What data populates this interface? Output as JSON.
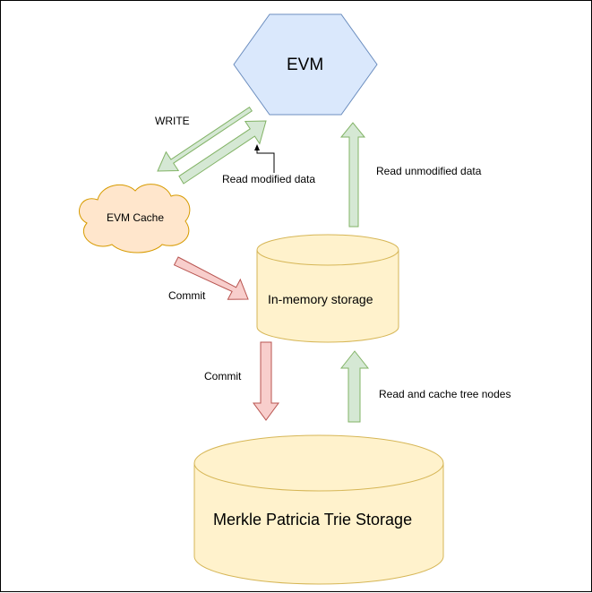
{
  "colors": {
    "evm_fill": "#dae8fc",
    "evm_stroke": "#6c8ebf",
    "cache_fill": "#ffe6cc",
    "cache_stroke": "#d79b00",
    "storage_fill": "#fff2cc",
    "storage_stroke": "#d6b656",
    "green_fill": "#d5e8d4",
    "green_stroke": "#82b366",
    "red_fill": "#f8cecc",
    "red_stroke": "#b85450"
  },
  "nodes": {
    "evm": "EVM",
    "evm_cache": "EVM Cache",
    "in_memory_storage": "In-memory storage",
    "mpt_storage": "Merkle Patricia Trie Storage"
  },
  "edges": {
    "write": "WRITE",
    "read_modified": "Read modified data",
    "read_unmodified": "Read unmodified data",
    "commit_cache": "Commit",
    "commit_storage": "Commit",
    "read_cache_nodes": "Read and cache tree nodes"
  }
}
